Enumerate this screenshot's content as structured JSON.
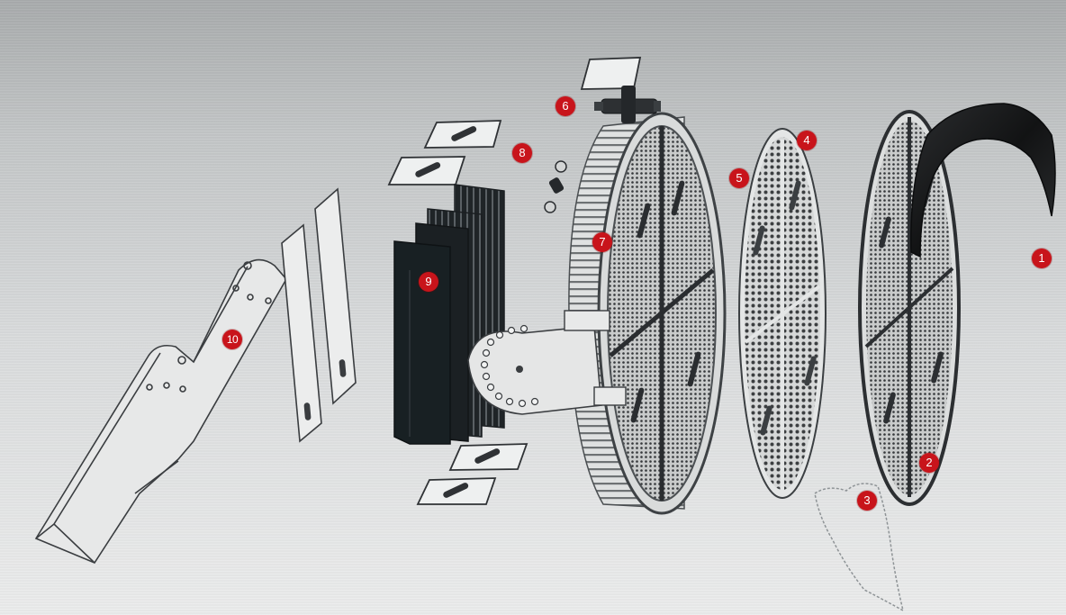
{
  "diagram": {
    "type": "exploded-assembly",
    "background_color": "#c8cbcc",
    "callout_color": "#c8141b",
    "callouts": [
      {
        "id": "1",
        "label": "1"
      },
      {
        "id": "2",
        "label": "2"
      },
      {
        "id": "3",
        "label": "3"
      },
      {
        "id": "4",
        "label": "4"
      },
      {
        "id": "5",
        "label": "5"
      },
      {
        "id": "6",
        "label": "6"
      },
      {
        "id": "7",
        "label": "7"
      },
      {
        "id": "8",
        "label": "8"
      },
      {
        "id": "9",
        "label": "9"
      },
      {
        "id": "10",
        "label": "10"
      }
    ],
    "parts": [
      "black-shade-cover",
      "front-glass-lens",
      "gasket-ring",
      "reflector-plate",
      "led-board",
      "cable-gland",
      "finned-housing",
      "screws",
      "driver-heat-sinks",
      "mounting-bracket"
    ]
  }
}
